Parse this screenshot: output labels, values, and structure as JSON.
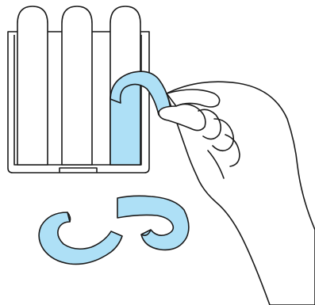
{
  "illustration": {
    "colors": {
      "outline": "#1a1a1a",
      "tape_fill": "#aee0f6",
      "backing_fill": "#ffffff",
      "background": "#ffffff"
    },
    "elements": [
      "tape-card-backing",
      "peeled-tape-strip",
      "hand",
      "removed-tape-loops"
    ]
  }
}
